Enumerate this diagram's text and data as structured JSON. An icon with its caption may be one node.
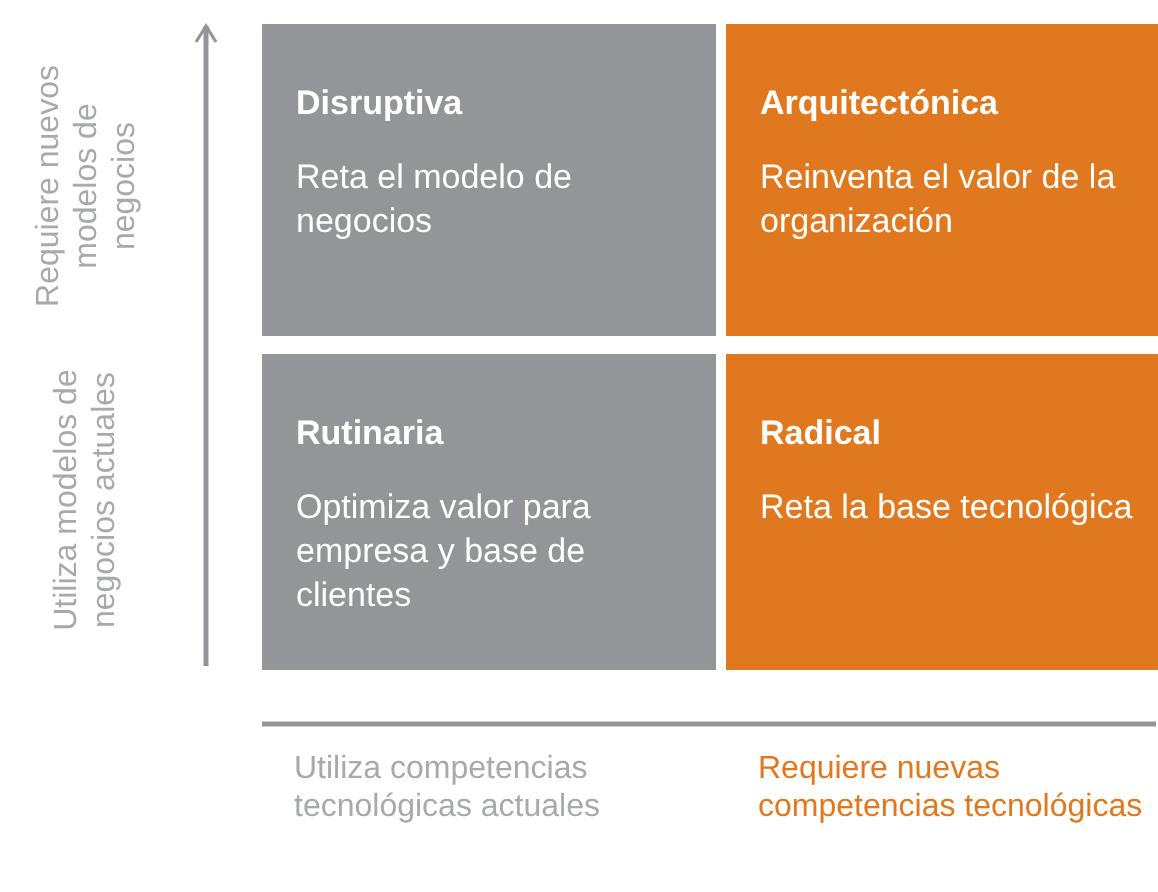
{
  "diagram": {
    "nodes": [
      {
        "text": [
          "Disruptiva",
          "Reta el modelo de negocios"
        ]
      },
      {
        "text": [
          "Arquitectónica",
          "Reinventa el valor de la organización"
        ]
      },
      {
        "text": [
          "Rutinaria",
          "Optimiza valor para empresa y base de clientes"
        ]
      },
      {
        "text": [
          "Radical",
          "Reta la base tecnológica"
        ]
      }
    ],
    "labels": [
      "Requiere nuevos modelos de negocios",
      "Utiliza modelos de negocios actuales",
      "Utiliza competencias tecnológicas actuales",
      "Requiere nuevas competencias tecnológicas"
    ]
  }
}
